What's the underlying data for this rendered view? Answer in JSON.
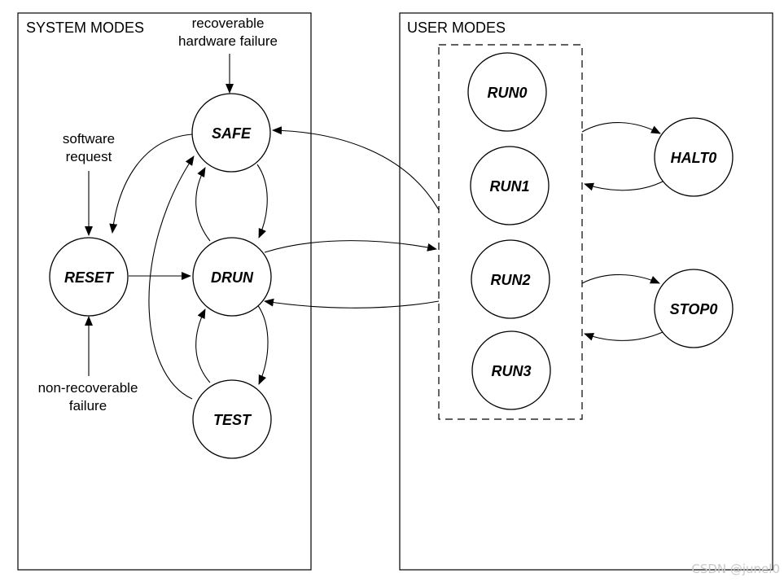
{
  "panels": {
    "system_title": "SYSTEM MODES",
    "user_title": "USER MODES"
  },
  "states": {
    "safe": "SAFE",
    "reset": "RESET",
    "drun": "DRUN",
    "test": "TEST",
    "run0": "RUN0",
    "run1": "RUN1",
    "run2": "RUN2",
    "run3": "RUN3",
    "halt0": "HALT0",
    "stop0": "STOP0"
  },
  "annotations": {
    "recoverable_line1": "recoverable",
    "recoverable_line2": "hardware failure",
    "software_line1": "software",
    "software_line2": "request",
    "nonrecoverable_line1": "non-recoverable",
    "nonrecoverable_line2": "failure"
  },
  "watermark": "CSDN @junel0"
}
